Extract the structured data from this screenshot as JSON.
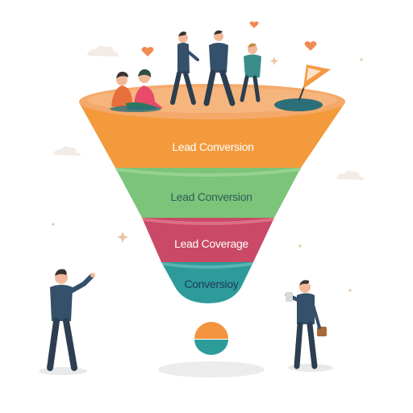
{
  "funnel": {
    "stages": [
      {
        "label": "Lead Conversion",
        "color": "#f39a3c",
        "label_color": "#ffffff"
      },
      {
        "label": "Lead Conversion",
        "color": "#7cc47a",
        "label_color": "#2f5e57"
      },
      {
        "label": "Lead Coverage",
        "color": "#c94966",
        "label_color": "#ffffff"
      },
      {
        "label": "Conversioy",
        "color": "#2e9b9b",
        "label_color": "#1f3b57"
      }
    ],
    "rim_color": "#f4a96a",
    "output_drop_colors": [
      "#f29440",
      "#2e9b9b"
    ]
  },
  "colors": {
    "suit": "#34506a",
    "pants": "#2c3e50",
    "skin": "#f1b999",
    "hair": "#3a3330",
    "heart": "#f08a52",
    "cloud": "#f3ebe6",
    "shadow": "#e9e9e9"
  }
}
